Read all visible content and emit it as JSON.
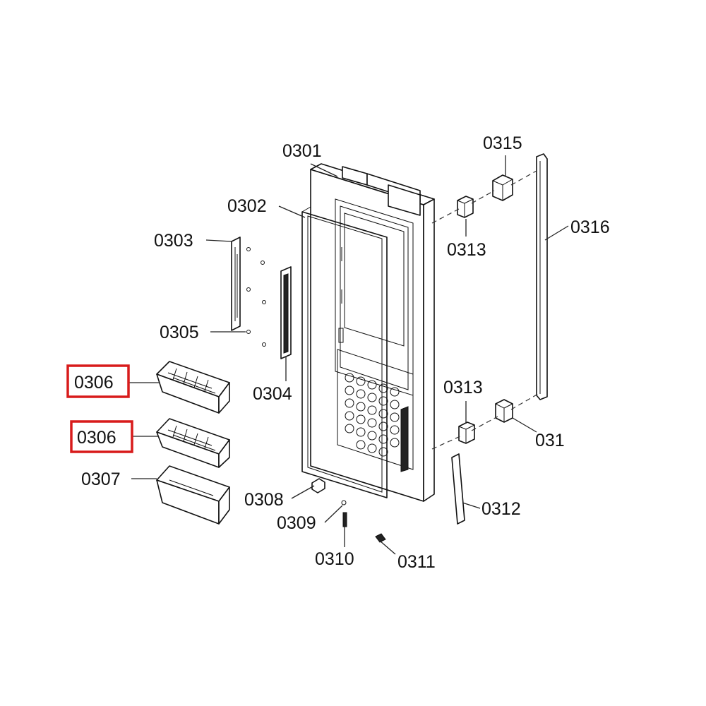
{
  "labels": {
    "p0301": "0301",
    "p0302": "0302",
    "p0303": "0303",
    "p0304": "0304",
    "p0305": "0305",
    "p0306a": "0306",
    "p0306b": "0306",
    "p0307": "0307",
    "p0308": "0308",
    "p0309": "0309",
    "p0310": "0310",
    "p0311": "0311",
    "p0312": "0312",
    "p0313a": "0313",
    "p0313b": "0313",
    "p0314": "031",
    "p0315": "0315",
    "p0316": "0316"
  },
  "colors": {
    "highlight": "#d81b1b",
    "line": "#111111",
    "background": "#ffffff"
  }
}
